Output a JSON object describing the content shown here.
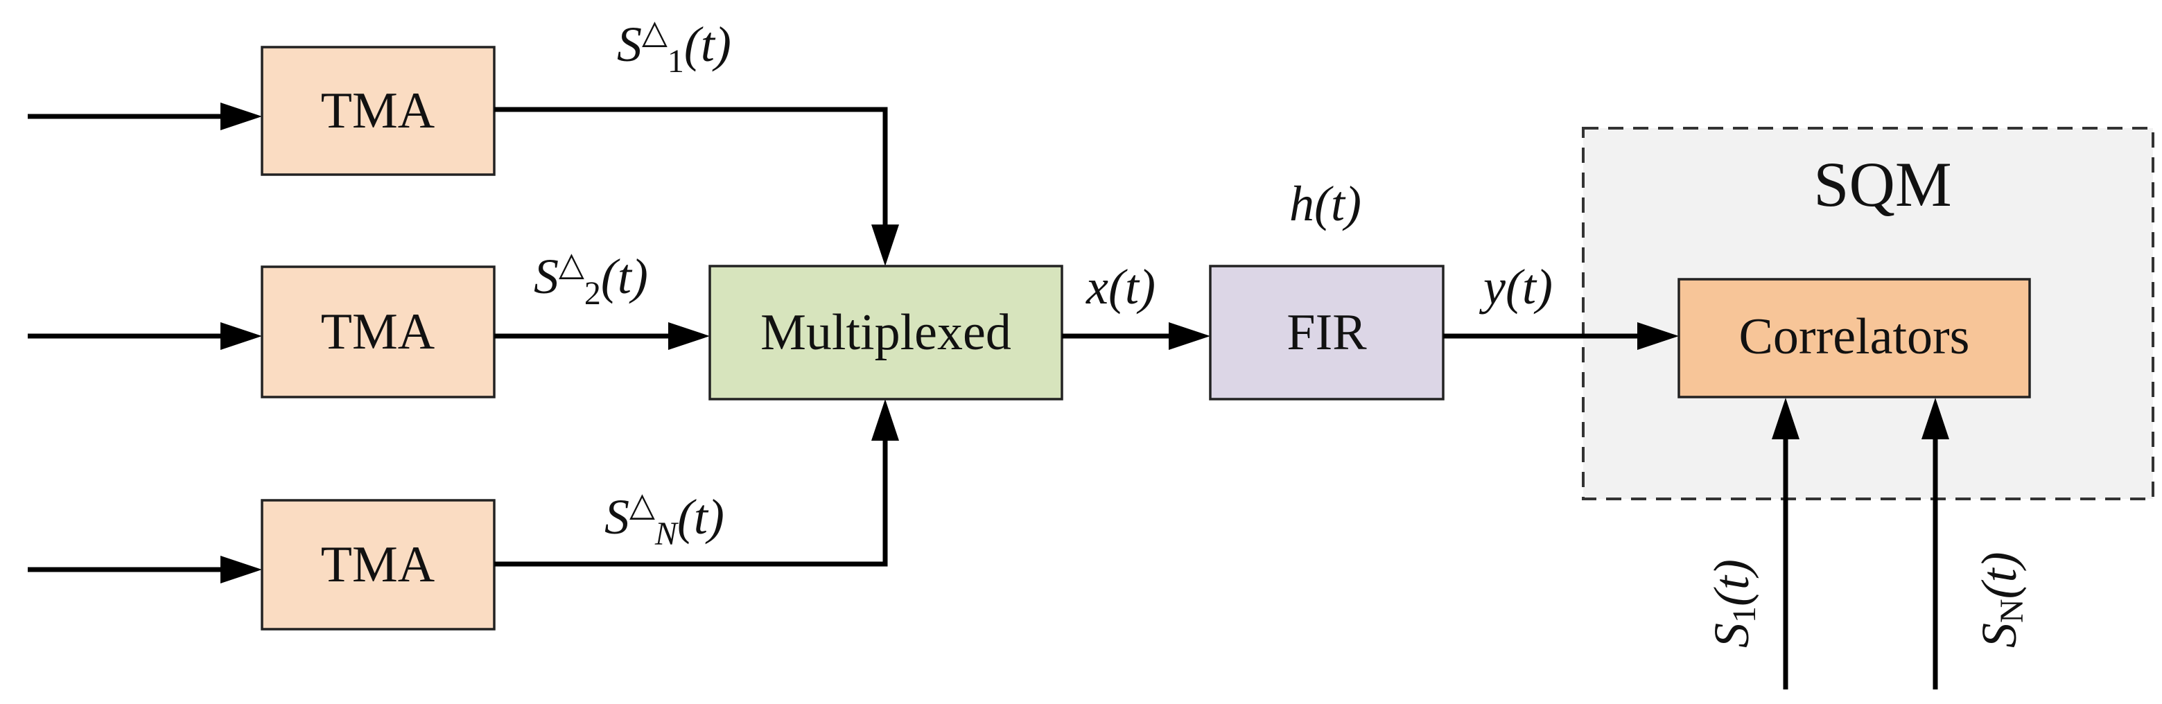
{
  "colors": {
    "tma_fill": "#FADCC2",
    "mux_fill": "#D7E4BD",
    "fir_fill": "#DCD6E6",
    "correlator_fill": "#F7C598",
    "sqm_fill": "#F2F2F2"
  },
  "blocks": {
    "tma_1": "TMA",
    "tma_2": "TMA",
    "tma_n": "TMA",
    "multiplexer": "Multiplexed",
    "fir": "FIR",
    "correlators": "Correlators",
    "sqm": "SQM"
  },
  "signals": {
    "s1": {
      "base": "S",
      "mark": "△",
      "sub": "1",
      "arg": "(t)"
    },
    "s2": {
      "base": "S",
      "mark": "△",
      "sub": "2",
      "arg": "(t)"
    },
    "sn": {
      "base": "S",
      "mark": "△",
      "sub": "N",
      "arg": "(t)"
    },
    "filter": {
      "base": "h",
      "arg": "(t)"
    },
    "mux_out": {
      "base": "x",
      "arg": "(t)"
    },
    "fir_out": {
      "base": "y",
      "arg": "(t)"
    },
    "ref_1": {
      "base": "S",
      "sub": "1",
      "arg": "(t)"
    },
    "ref_n": {
      "base": "S",
      "sub": "N",
      "arg": "(t)"
    }
  }
}
